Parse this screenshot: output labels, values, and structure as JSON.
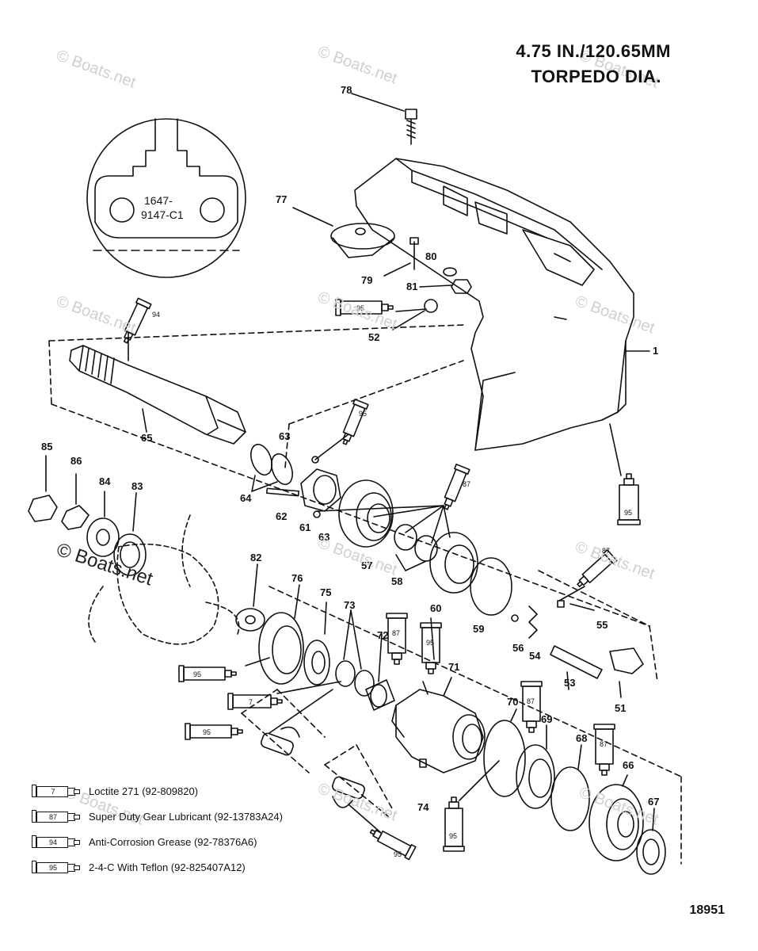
{
  "title": {
    "line1": "4.75 IN./120.65MM",
    "line2": "TORPEDO DIA."
  },
  "detail_callout": {
    "line1": "1647-",
    "line2": "9147-C1"
  },
  "watermark": "© Boats.net",
  "watermark_large": "© Boats.net",
  "part_labels": [
    "1",
    "51",
    "52",
    "53",
    "54",
    "55",
    "56",
    "57",
    "58",
    "59",
    "60",
    "61",
    "62",
    "63",
    "63",
    "64",
    "65",
    "66",
    "67",
    "68",
    "69",
    "70",
    "71",
    "72",
    "73",
    "74",
    "75",
    "76",
    "77",
    "78",
    "79",
    "80",
    "81",
    "82",
    "83",
    "84",
    "85",
    "86"
  ],
  "tube_codes": [
    "94",
    "95",
    "95",
    "87",
    "95",
    "87",
    "95",
    "7",
    "95",
    "87",
    "95",
    "87",
    "87",
    "95",
    "95",
    "95"
  ],
  "legend": [
    {
      "code": "7",
      "text": "Loctite 271 (92-809820)"
    },
    {
      "code": "87",
      "text": "Super Duty Gear Lubricant (92-13783A24)"
    },
    {
      "code": "94",
      "text": "Anti-Corrosion Grease (92-78376A6)"
    },
    {
      "code": "95",
      "text": "2-4-C  With Teflon (92-825407A12)"
    }
  ],
  "figure_number": "18951"
}
